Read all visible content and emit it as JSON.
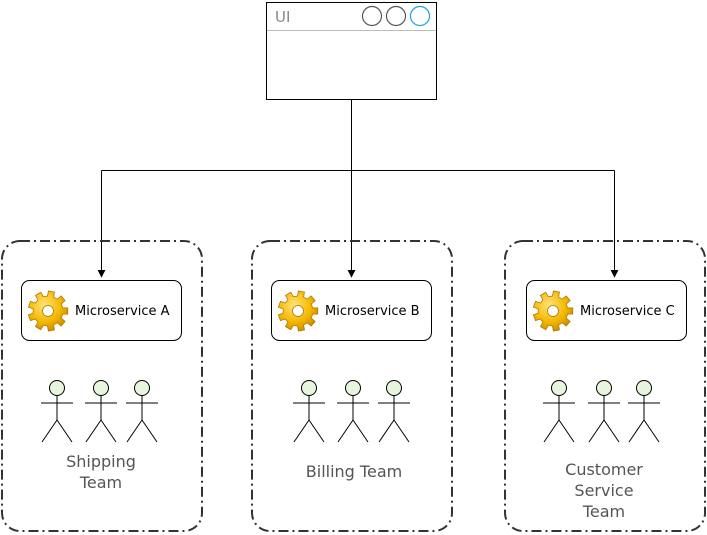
{
  "ui_window": {
    "title": "UI",
    "control_colors": [
      "#555555",
      "#555555",
      "#1ba1e2"
    ]
  },
  "services": [
    {
      "name": "Microservice A",
      "team_lines": [
        "Shipping",
        "Team"
      ]
    },
    {
      "name": "Microservice B",
      "team_lines": [
        "Billing Team"
      ]
    },
    {
      "name": "Microservice C",
      "team_lines": [
        "Customer",
        "Service",
        "Team"
      ]
    }
  ],
  "icons": {
    "service": "gear-icon",
    "member": "person-icon"
  },
  "colors": {
    "gear": "#f5b800",
    "person_head": "#e6f5dc",
    "stroke": "#000000"
  }
}
